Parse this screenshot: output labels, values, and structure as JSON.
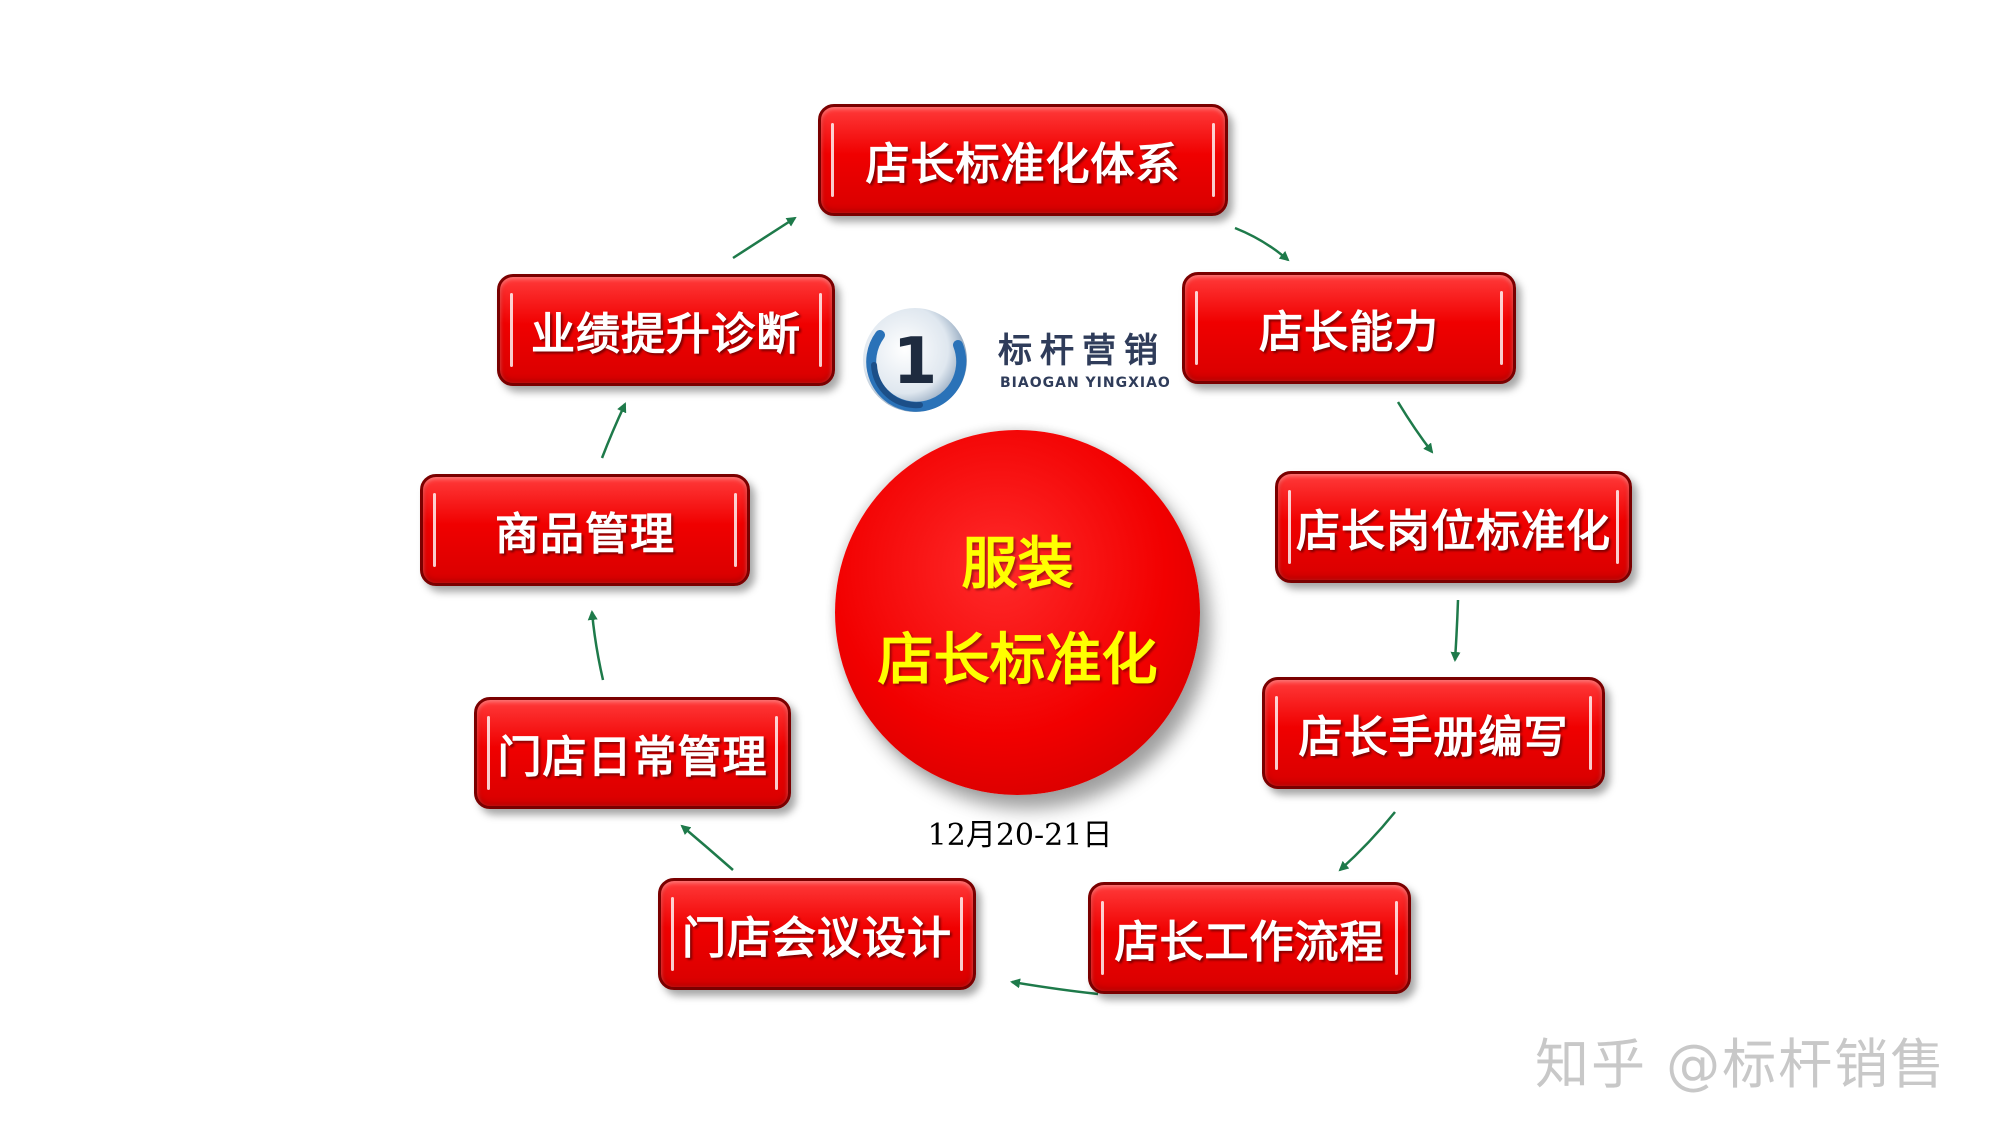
{
  "diagram": {
    "center": {
      "line1": "服装",
      "line2": "店长标准化"
    },
    "date": "12月20-21日",
    "nodes": {
      "system": "店长标准化体系",
      "ability": "店长能力",
      "position": "店长岗位标准化",
      "manual": "店长手册编写",
      "workflow": "店长工作流程",
      "meeting": "门店会议设计",
      "daily": "门店日常管理",
      "goods": "商品管理",
      "diagnosis": "业绩提升诊断"
    }
  },
  "logo": {
    "name_cn": "标杆营销",
    "name_en": "BIAOGAN YINGXIAO",
    "mark_text": "1"
  },
  "watermark": "知乎 @标杆销售",
  "colors": {
    "node_fill": "#f00000",
    "center_text": "#ffff00",
    "arrow": "#1e7a4a"
  }
}
